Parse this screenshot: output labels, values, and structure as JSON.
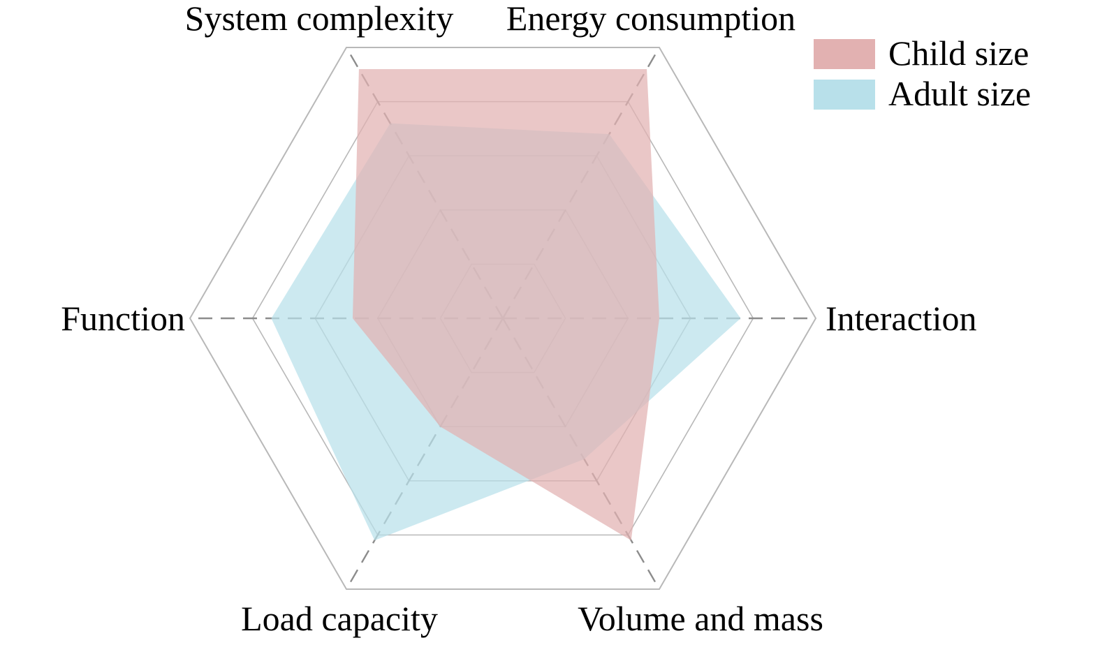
{
  "chart_data": {
    "type": "radar",
    "axes": [
      "Interaction",
      "Energy consumption",
      "System complexity",
      "Function",
      "Load capacity",
      "Volume and mass"
    ],
    "rmax": 5,
    "rings": [
      1,
      2,
      3,
      4,
      5
    ],
    "series": [
      {
        "name": "Child size",
        "values": [
          2.5,
          4.6,
          4.6,
          2.4,
          2.0,
          4.1
        ],
        "color": "#e2b1b1"
      },
      {
        "name": "Adult size",
        "values": [
          3.8,
          3.4,
          3.6,
          3.7,
          4.1,
          2.6
        ],
        "color": "#b8e0ea"
      }
    ],
    "legend_position": "top-right",
    "grid": true
  }
}
